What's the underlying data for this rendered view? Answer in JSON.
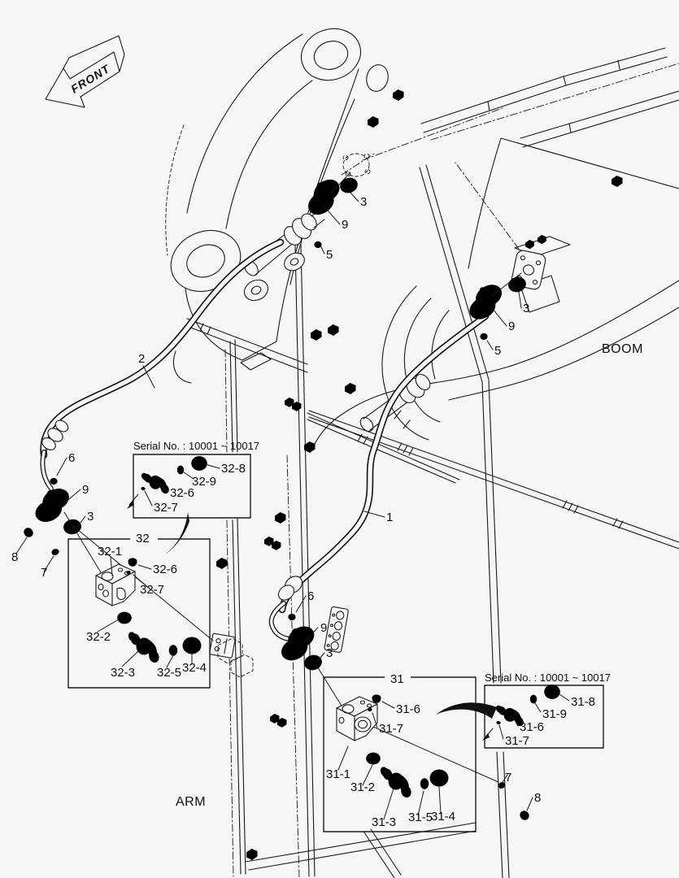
{
  "diagram": {
    "front_label": "FRONT",
    "boom_label": "BOOM",
    "arm_label": "ARM",
    "hoses": {
      "hose1": "1",
      "hose2": "2"
    },
    "callouts": {
      "top": {
        "oring": "3",
        "clamp": "9",
        "bolt": "5"
      },
      "right": {
        "oring": "3",
        "clamp": "9",
        "bolt": "5"
      },
      "left": {
        "bolt": "6",
        "clamp": "9",
        "oring": "3",
        "long_bolt": "8",
        "washer": "7"
      },
      "center": {
        "bolt": "6",
        "clamp": "9",
        "oring": "3"
      },
      "bottom_right": {
        "washer": "7",
        "long_bolt": "8"
      }
    },
    "group32": {
      "label": "32",
      "block": "32-1",
      "oring": "32-2",
      "elbow": "32-3",
      "nut": "32-4",
      "washer": "32-5",
      "plug": "32-6",
      "pin": "32-7"
    },
    "serial32": {
      "note": "Serial No. : 10001 ~ 10017",
      "nut": "32-8",
      "washer": "32-9",
      "elbow": "32-6",
      "pin": "32-7"
    },
    "group31": {
      "label": "31",
      "block": "31-1",
      "oring": "31-2",
      "elbow": "31-3",
      "nut": "31-4",
      "washer": "31-5",
      "plug": "31-6",
      "pin": "31-7"
    },
    "serial31": {
      "note": "Serial No. : 10001 ~ 10017",
      "nut": "31-8",
      "washer": "31-9",
      "elbow": "31-6",
      "pin": "31-7"
    }
  }
}
